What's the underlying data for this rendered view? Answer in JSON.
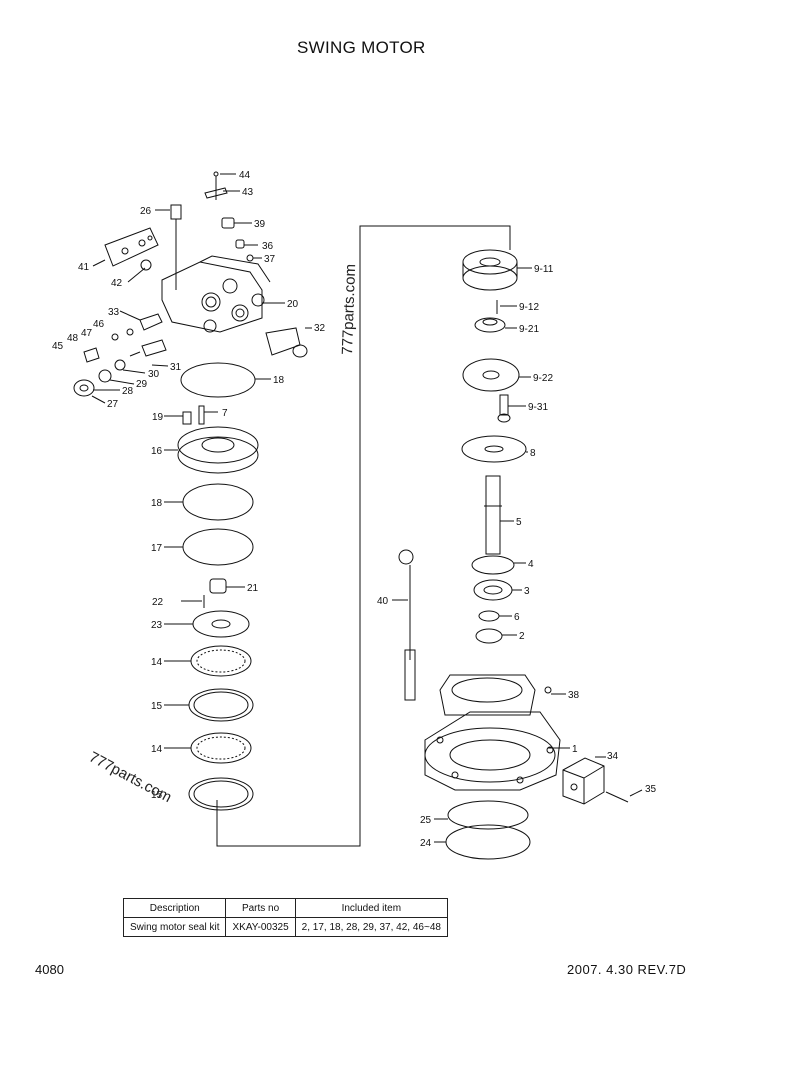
{
  "title": "SWING MOTOR",
  "watermarks": [
    "777parts.com",
    "777parts.com"
  ],
  "callouts": [
    "44",
    "43",
    "26",
    "39",
    "36",
    "37",
    "41",
    "42",
    "20",
    "33",
    "47",
    "46",
    "48",
    "45",
    "32",
    "31",
    "30",
    "29",
    "28",
    "27",
    "18",
    "19",
    "7",
    "16",
    "18",
    "17",
    "21",
    "22",
    "23",
    "14",
    "15",
    "14",
    "15",
    "9-11",
    "9-12",
    "9-21",
    "9-22",
    "9-31",
    "8",
    "5",
    "4",
    "3",
    "40",
    "6",
    "2",
    "38",
    "1",
    "34",
    "35",
    "25",
    "24"
  ],
  "table": {
    "headers": [
      "Description",
      "Parts no",
      "Included item"
    ],
    "rows": [
      [
        "Swing motor seal kit",
        "XKAY-00325",
        "2, 17, 18, 28, 29, 37, 42, 46~48"
      ]
    ]
  },
  "footer": {
    "page": "4080",
    "date_rev": "2007. 4.30  REV.7D"
  }
}
